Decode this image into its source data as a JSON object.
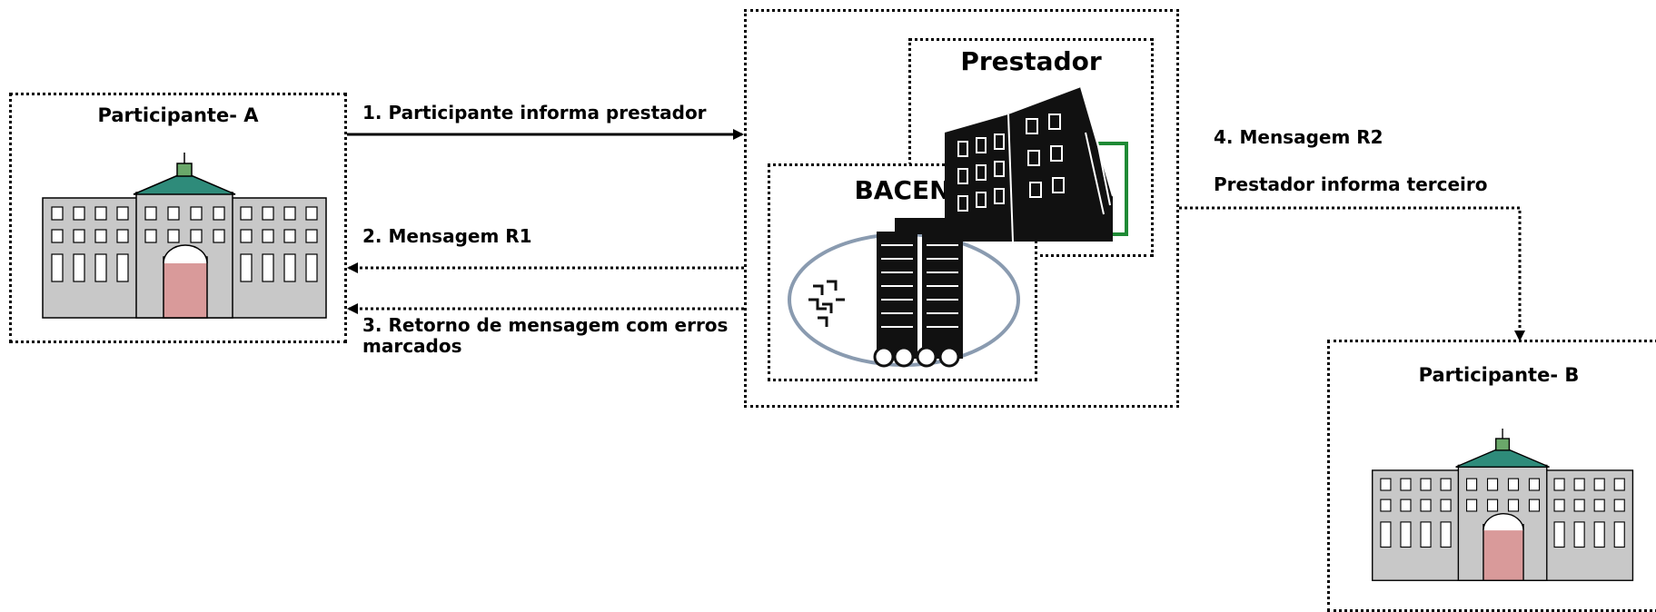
{
  "participant_a": {
    "title": "Participante- A"
  },
  "participant_b": {
    "title": "Participante- B"
  },
  "prestador": {
    "title": "Prestador"
  },
  "bacen": {
    "title": "BACEN"
  },
  "arrows": {
    "step1": "1. Participante informa prestador",
    "step2": "2. Mensagem R1",
    "step3_line1": "3. Retorno de mensagem com erros",
    "step3_line2": "marcados",
    "step4_line1": "4. Mensagem R2",
    "step4_line2": "Prestador informa terceiro"
  },
  "colors": {
    "building_wall": "#c8c8c8",
    "roof": "#2e8b7a",
    "door": "#d99a9a",
    "prestador_frame": "#1f8a35",
    "bacen_ellipse": "#8a9bb0"
  },
  "icons": {
    "participant_building": "government-building-icon",
    "prestador_building": "office-building-icon",
    "bacen_logo": "central-bank-tower-icon"
  }
}
